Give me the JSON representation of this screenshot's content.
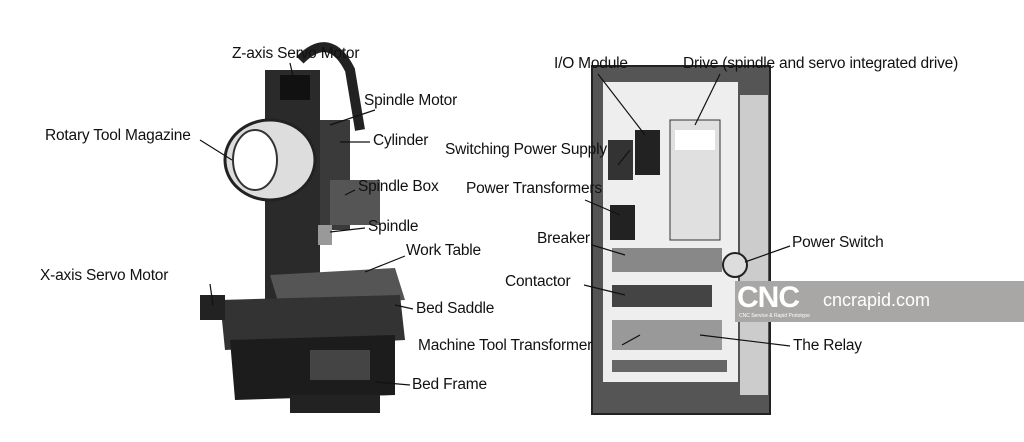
{
  "machine_labels": {
    "z_servo": "Z-axis Servo Motor",
    "spindle_motor": "Spindle Motor",
    "tool_magazine": "Rotary Tool Magazine",
    "cylinder": "Cylinder",
    "spindle_box": "Spindle Box",
    "spindle": "Spindle",
    "work_table": "Work Table",
    "x_servo": "X-axis Servo Motor",
    "bed_saddle": "Bed Saddle",
    "bed_frame": "Bed Frame"
  },
  "cabinet_labels": {
    "io_module": "I/O Module",
    "drive": "Drive (spindle and servo integrated drive)",
    "switching_psu": "Switching Power Supply",
    "power_transformers": "Power Transformers",
    "breaker": "Breaker",
    "power_switch": "Power Switch",
    "contactor": "Contactor",
    "machine_tool_transformer": "Machine Tool Transformer",
    "relay": "The Relay"
  },
  "watermark": {
    "logo": "CNC",
    "tagline": "CNC Service & Rapid Prototype",
    "url": "cncrapid.com"
  }
}
